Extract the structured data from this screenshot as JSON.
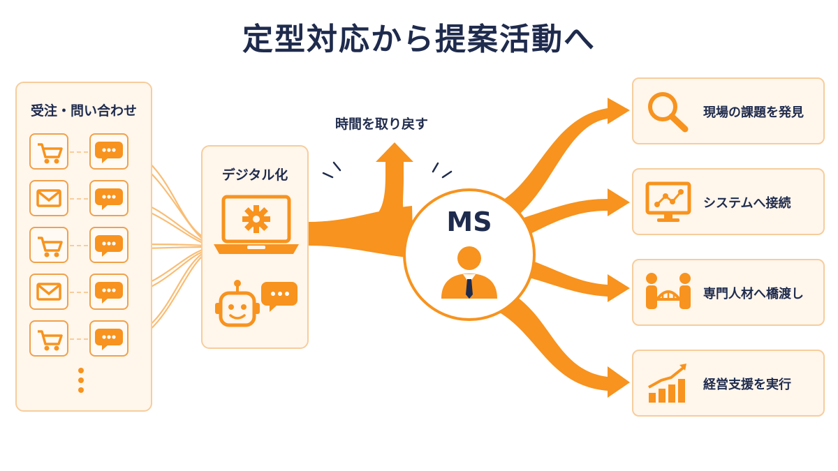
{
  "title": "定型対応から提案活動へ",
  "inquiry_panel": {
    "title": "受注・問い合わせ",
    "rows": [
      {
        "left": "cart-icon",
        "right": "chat-bubble-icon"
      },
      {
        "left": "mail-icon",
        "right": "chat-bubble-icon"
      },
      {
        "left": "cart-icon",
        "right": "chat-bubble-icon"
      },
      {
        "left": "mail-icon",
        "right": "chat-bubble-icon"
      },
      {
        "left": "cart-icon",
        "right": "chat-bubble-icon"
      }
    ]
  },
  "digital_panel": {
    "title": "デジタル化",
    "icons": [
      "laptop-gear-icon",
      "chatbot-icon"
    ]
  },
  "time_label": "時間を取り戻す",
  "ms_node": {
    "label": "MS",
    "icon": "person-icon"
  },
  "outcomes": [
    {
      "label": "現場の課題を発見",
      "icon": "magnifier-icon"
    },
    {
      "label": "システムへ接続",
      "icon": "monitor-network-icon"
    },
    {
      "label": "専門人材へ橋渡し",
      "icon": "bridge-people-icon"
    },
    {
      "label": "経営支援を実行",
      "icon": "growth-chart-icon"
    }
  ],
  "colors": {
    "accent": "#f7931e",
    "accent_light": "#fbb766",
    "panel_bg": "#fff6ec",
    "panel_border": "#f6cd9c",
    "text": "#1f2b4d"
  }
}
